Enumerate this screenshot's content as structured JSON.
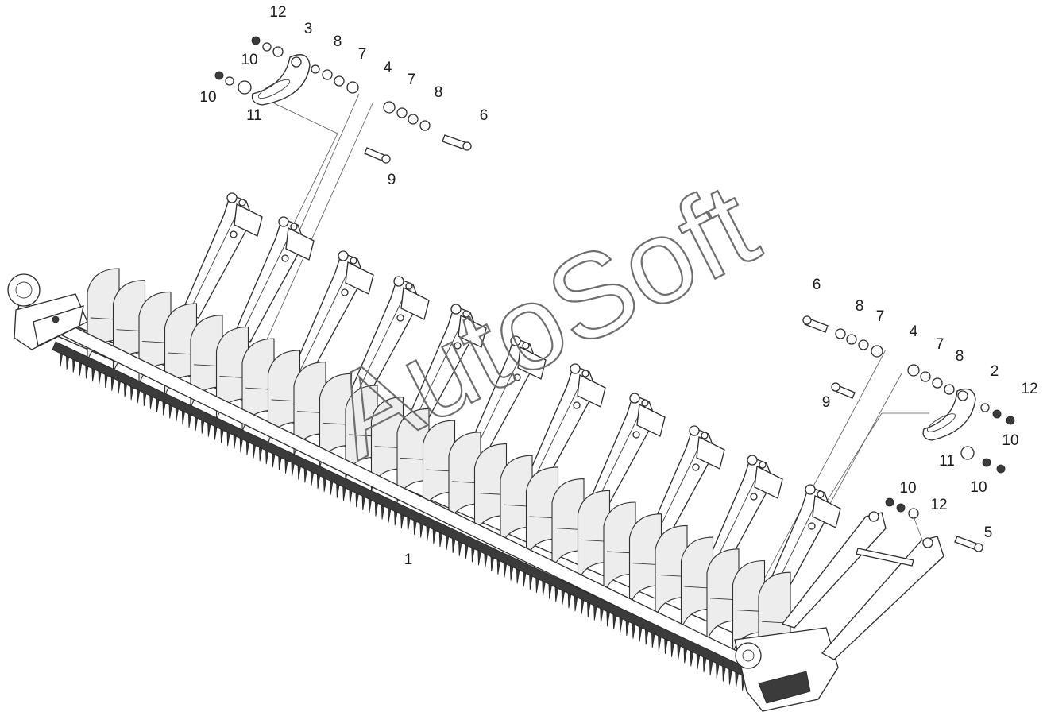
{
  "watermark": "AutoSoft",
  "callouts": [
    {
      "text": "12"
    },
    {
      "text": "3"
    },
    {
      "text": "10"
    },
    {
      "text": "8"
    },
    {
      "text": "7"
    },
    {
      "text": "10"
    },
    {
      "text": "4"
    },
    {
      "text": "11"
    },
    {
      "text": "7"
    },
    {
      "text": "8"
    },
    {
      "text": "6"
    },
    {
      "text": "9"
    },
    {
      "text": "6"
    },
    {
      "text": "8"
    },
    {
      "text": "7"
    },
    {
      "text": "4"
    },
    {
      "text": "7"
    },
    {
      "text": "8"
    },
    {
      "text": "2"
    },
    {
      "text": "12"
    },
    {
      "text": "9"
    },
    {
      "text": "10"
    },
    {
      "text": "11"
    },
    {
      "text": "10"
    },
    {
      "text": "10"
    },
    {
      "text": "12"
    },
    {
      "text": "5"
    },
    {
      "text": "1"
    }
  ]
}
